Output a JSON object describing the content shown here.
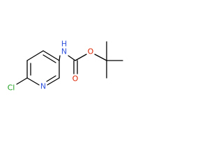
{
  "molecule": {
    "atoms": {
      "chlorine": "Cl",
      "ring_nitrogen": "N",
      "amide_nitrogen": "N",
      "amide_hydrogen": "H",
      "carbonyl_oxygen": "O",
      "ester_oxygen": "O"
    },
    "colors": {
      "bond": "#000000",
      "chlorine": "#1fa11f",
      "nitrogen": "#3355dd",
      "oxygen": "#dd2200",
      "carbon_text": "#000000"
    }
  }
}
